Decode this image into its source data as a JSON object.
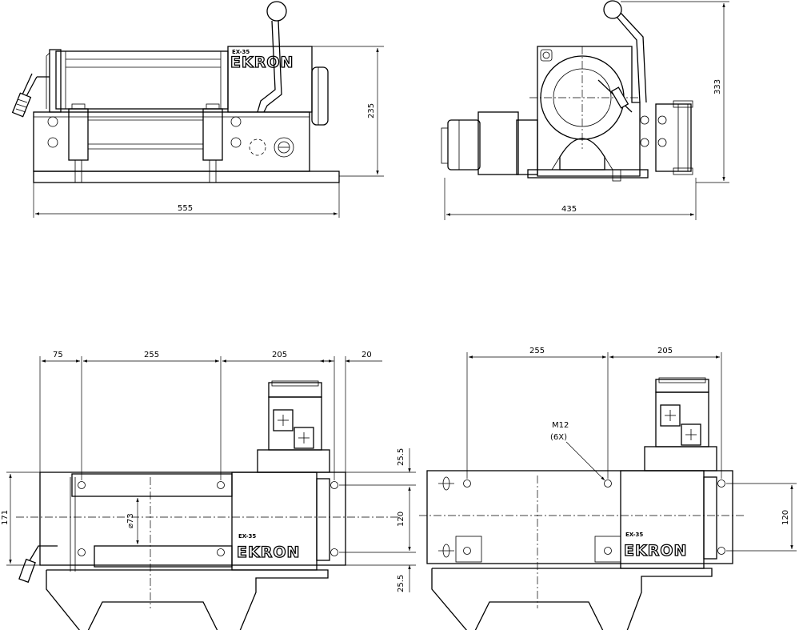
{
  "brand": {
    "logo_text": "EKRON",
    "model": "EX-35"
  },
  "front_view": {
    "width_dim": "555",
    "height_dim": "235"
  },
  "side_view": {
    "width_dim": "435",
    "height_dim": "333"
  },
  "top_view_left": {
    "dims_top": [
      "75",
      "255",
      "205",
      "20"
    ],
    "height_dim": "171",
    "drum_dia": "⌀73",
    "hole_offset_top": "25.5",
    "hole_spacing": "120",
    "hole_offset_bottom": "25.5"
  },
  "top_view_right": {
    "dims_top": [
      "255",
      "205"
    ],
    "hole_spacing": "120",
    "thread_note": "M12",
    "thread_count": "(6X)"
  }
}
